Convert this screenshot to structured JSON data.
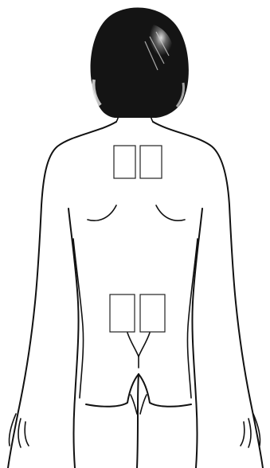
{
  "figure": {
    "subject": "female-back-view",
    "colors": {
      "background": "#ffffff",
      "outline": "#111111",
      "hair": "#141414",
      "hair_highlight": "#f2f2f2",
      "patch_border": "#222222"
    },
    "patch_sites": [
      {
        "id": "upper-back-left",
        "region": "upper-back",
        "side": "left"
      },
      {
        "id": "upper-back-right",
        "region": "upper-back",
        "side": "right"
      },
      {
        "id": "lower-back-left",
        "region": "lower-back",
        "side": "left"
      },
      {
        "id": "lower-back-right",
        "region": "lower-back",
        "side": "right"
      }
    ]
  }
}
